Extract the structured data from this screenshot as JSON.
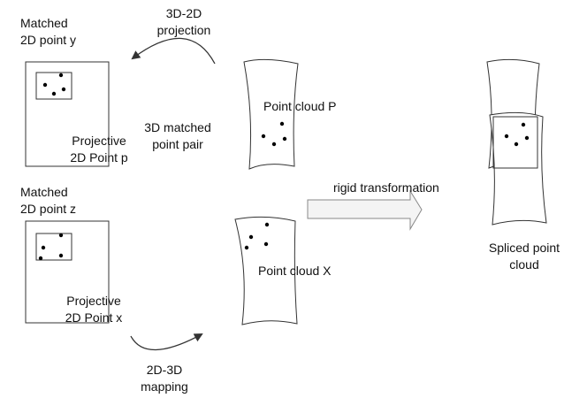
{
  "labels": {
    "matched_y": [
      "Matched",
      "2D point y"
    ],
    "projection": [
      "3D-2D",
      "projection"
    ],
    "cloud_p": "Point cloud P",
    "pair": [
      "3D matched",
      "point pair"
    ],
    "projective_p": [
      "Projective",
      "2D Point p"
    ],
    "matched_z": [
      "Matched",
      "2D point z"
    ],
    "rigid": "rigid transformation",
    "cloud_x": "Point cloud X",
    "projective_x": [
      "Projective",
      "2D Point x"
    ],
    "mapping": [
      "2D-3D",
      "mapping"
    ],
    "spliced": [
      "Spliced point",
      "cloud"
    ]
  },
  "colors": {
    "stroke": "#333333",
    "dot": "#000000",
    "arrow_fill": "#f4f4f4",
    "arrow_stroke": "#888888"
  }
}
